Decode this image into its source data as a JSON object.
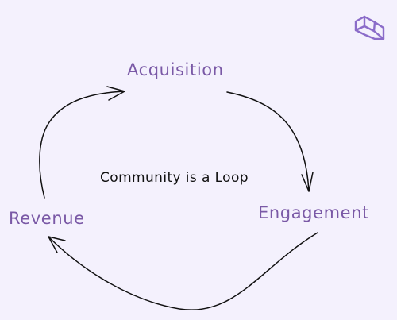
{
  "diagram": {
    "title": "Community is a Loop",
    "nodes": [
      {
        "id": "acquisition",
        "label": "Acquisition"
      },
      {
        "id": "engagement",
        "label": "Engagement"
      },
      {
        "id": "revenue",
        "label": "Revenue"
      }
    ],
    "edges": [
      {
        "from": "acquisition",
        "to": "engagement"
      },
      {
        "from": "engagement",
        "to": "revenue"
      },
      {
        "from": "revenue",
        "to": "acquisition"
      }
    ]
  },
  "colors": {
    "background": "#f4f1fd",
    "node_text": "#7a59a6",
    "title_text": "#111111",
    "arrow": "#111111",
    "logo": "#8b6cc9"
  },
  "logo_icon": "brand-logo-icon"
}
